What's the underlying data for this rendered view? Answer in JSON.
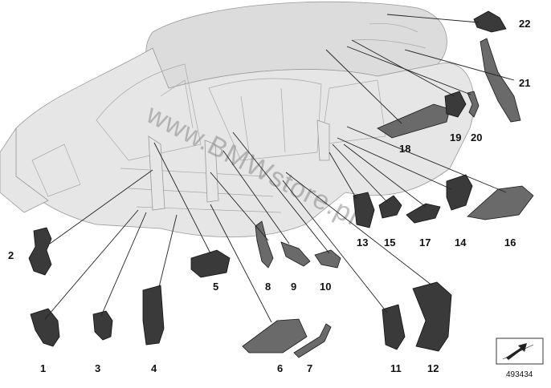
{
  "watermark": "www.BMWstore.pl",
  "reference_number": "493434",
  "callouts": [
    {
      "label": "1"
    },
    {
      "label": "2"
    },
    {
      "label": "3"
    },
    {
      "label": "4"
    },
    {
      "label": "5"
    },
    {
      "label": "6"
    },
    {
      "label": "7"
    },
    {
      "label": "8"
    },
    {
      "label": "9"
    },
    {
      "label": "10"
    },
    {
      "label": "11"
    },
    {
      "label": "12"
    },
    {
      "label": "13"
    },
    {
      "label": "14"
    },
    {
      "label": "15"
    },
    {
      "label": "16"
    },
    {
      "label": "17"
    },
    {
      "label": "18"
    },
    {
      "label": "19"
    },
    {
      "label": "20"
    },
    {
      "label": "21"
    },
    {
      "label": "22"
    }
  ],
  "colors": {
    "part": "#3a3a3a",
    "car_body": "#e6e6e6",
    "leader": "#222222"
  },
  "icons": {
    "view_direction": "arrow-direction-icon"
  }
}
